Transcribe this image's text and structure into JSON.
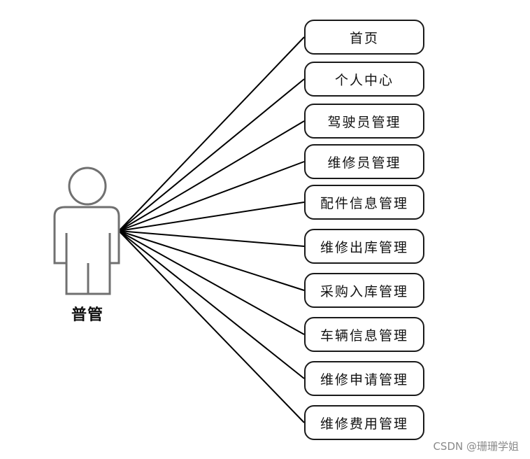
{
  "actor": {
    "label": "普管",
    "icon": "user-figure-icon"
  },
  "use_cases": [
    {
      "label": "首页"
    },
    {
      "label": "个人中心"
    },
    {
      "label": "驾驶员管理"
    },
    {
      "label": "维修员管理"
    },
    {
      "label": "配件信息管理"
    },
    {
      "label": "维修出库管理"
    },
    {
      "label": "采购入库管理"
    },
    {
      "label": "车辆信息管理"
    },
    {
      "label": "维修申请管理"
    },
    {
      "label": "维修费用管理"
    }
  ],
  "watermark": "CSDN @珊珊学姐",
  "colors": {
    "actor_stroke": "#707070",
    "line": "#000000",
    "box_border": "#1a1a1a"
  }
}
